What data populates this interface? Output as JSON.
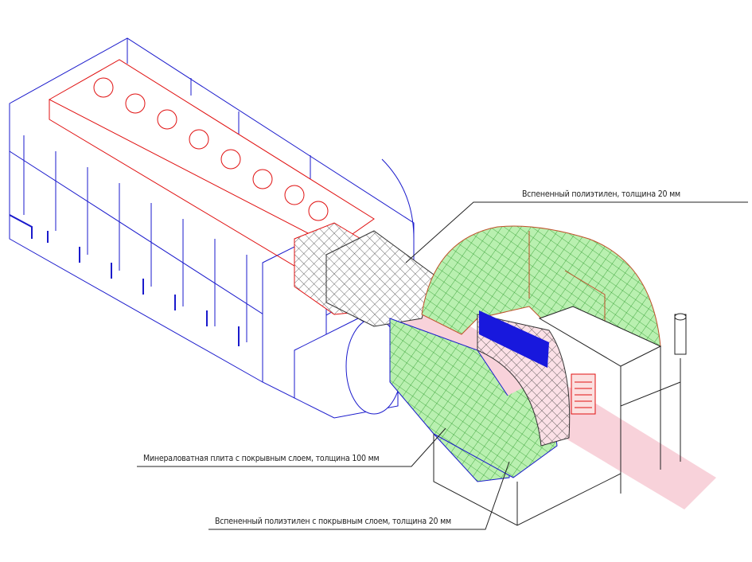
{
  "labels": {
    "top": "Вспененный полиэтилен, толщина 20 мм",
    "middle": "Минераловатная плита с покрывным слоем, толщина 100 мм",
    "bottom": "Вспененный полиэтилен с покрывным слоем, толщина 20 мм"
  },
  "colors": {
    "duct_blue": "#1a1acc",
    "duct_red": "#e01010",
    "insulation_green": "#7fe07f",
    "mesh_dark": "#333333",
    "watermark": "#f4b8c4"
  }
}
